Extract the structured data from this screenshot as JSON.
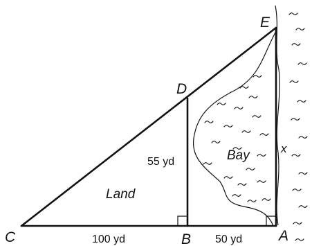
{
  "points": {
    "A": "A",
    "B": "B",
    "C": "C",
    "D": "D",
    "E": "E"
  },
  "regions": {
    "land": "Land",
    "bay": "Bay"
  },
  "lengths": {
    "cb": "100 yd",
    "ba": "50 yd",
    "bd": "55 yd",
    "ae": "x"
  }
}
